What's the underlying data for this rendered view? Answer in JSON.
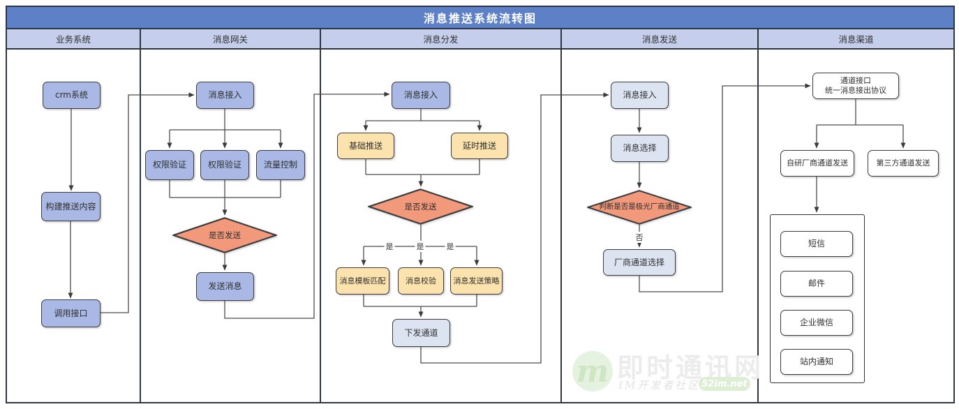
{
  "title": "消息推送系统流转图",
  "lanes": [
    {
      "label": "业务系统"
    },
    {
      "label": "消息网关"
    },
    {
      "label": "消息分发"
    },
    {
      "label": "消息发送"
    },
    {
      "label": "消息渠道"
    }
  ],
  "nodes": {
    "crm": {
      "label": "crm系统"
    },
    "build_content": {
      "label": "构建推送内容"
    },
    "call_api": {
      "label": "调用接口"
    },
    "gw_ingest": {
      "label": "消息接入"
    },
    "gw_auth1": {
      "label": "权限验证"
    },
    "gw_auth2": {
      "label": "权限验证"
    },
    "gw_flow": {
      "label": "流量控制"
    },
    "gw_decide": {
      "label": "是否发送"
    },
    "gw_send": {
      "label": "发送消息"
    },
    "dp_ingest": {
      "label": "消息接入"
    },
    "dp_basic": {
      "label": "基础推送"
    },
    "dp_delay": {
      "label": "延时推送"
    },
    "dp_decide": {
      "label": "是否发送"
    },
    "dp_template": {
      "label": "消息模板匹配"
    },
    "dp_verify": {
      "label": "消息校验"
    },
    "dp_strategy": {
      "label": "消息发送策略"
    },
    "dp_channel": {
      "label": "下发通道"
    },
    "sd_ingest": {
      "label": "消息接入"
    },
    "sd_select": {
      "label": "消息选择"
    },
    "sd_decide": {
      "label": "判断是否是极光厂商通道"
    },
    "sd_vendor": {
      "label": "厂商通道选择"
    },
    "ch_api": {
      "label_line1": "通道接口",
      "label_line2": "统一消息接出协议"
    },
    "ch_self": {
      "label": "自研厂商通道发送"
    },
    "ch_third": {
      "label": "第三方通道发送"
    },
    "ch_sms": {
      "label": "短信"
    },
    "ch_mail": {
      "label": "邮件"
    },
    "ch_wecom": {
      "label": "企业微信"
    },
    "ch_notice": {
      "label": "站内通知"
    }
  },
  "edge_labels": {
    "yes1": "是",
    "yes2": "是",
    "yes3": "是",
    "no": "否"
  },
  "watermark": {
    "logo_letter": "m",
    "title": "即时通讯网",
    "subtitle": "IM开发者社区",
    "badge": "52im.net"
  },
  "colors": {
    "title_bar": "#5d80c6",
    "lane_header": "#c5cfeb",
    "node_blue": "#a9b8e4",
    "node_light_blue": "#dce4f2",
    "node_yellow": "#fce3ae",
    "decision_orange": "#f2997c",
    "line": "#4a4a4a"
  }
}
